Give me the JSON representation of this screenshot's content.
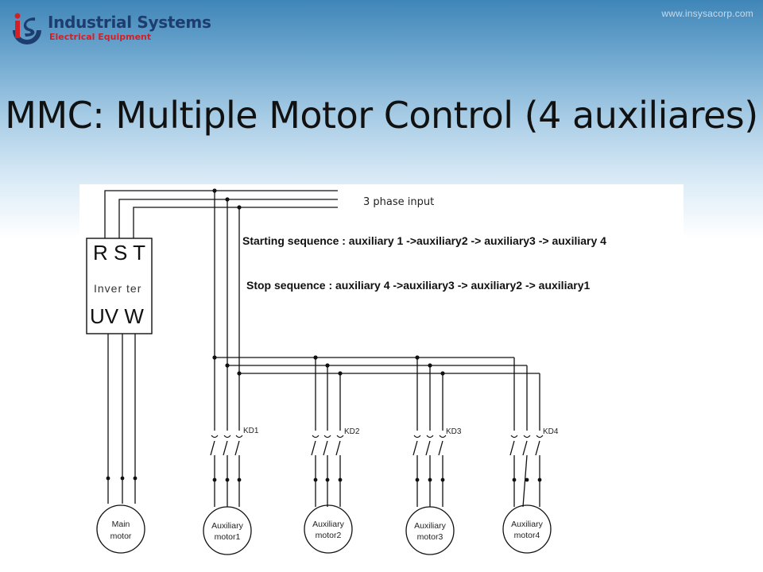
{
  "header": {
    "logo_mark": "iS",
    "company_name": "Industrial Systems",
    "company_tagline": "Electrical Equipment",
    "website": "www.insysacorp.com"
  },
  "slide": {
    "title": "MMC: Multiple Motor Control (4 auxiliares)"
  },
  "diagram": {
    "input_label": "3 phase input",
    "start_sequence": "Starting sequence : auxiliary 1 ->auxiliary2 -> auxiliary3 -> auxiliary 4",
    "stop_sequence": "Stop sequence : auxiliary 4 ->auxiliary3 -> auxiliary2 -> auxiliary1",
    "inverter": {
      "top_terminals": "R S T",
      "name": "Inver ter",
      "bottom_terminals": "UV W"
    },
    "main_motor": {
      "line1": "Main",
      "line2": "motor"
    },
    "contactors": [
      "KD1",
      "KD2",
      "KD3",
      "KD4"
    ],
    "aux_motors": [
      {
        "line1": "Auxiliary",
        "line2": "motor1"
      },
      {
        "line1": "Auxiliary",
        "line2": "motor2"
      },
      {
        "line1": "Auxiliary",
        "line2": "motor3"
      },
      {
        "line1": "Auxiliary",
        "line2": "motor4"
      }
    ],
    "colors": {
      "wire": "#111111",
      "logo_red": "#d32027",
      "logo_navy": "#1d3d6e"
    }
  }
}
